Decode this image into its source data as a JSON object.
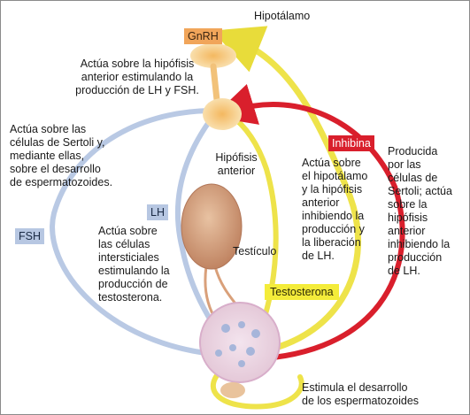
{
  "colors": {
    "gnrh_tag": "#f1a55a",
    "inhibina_tag": "#d91f2c",
    "lh_fsh_tag": "#b7c7e2",
    "testosterona_tag": "#f4ec3a",
    "inhibina_arrow": "#d91f2c",
    "testosterona_arrow": "#eee34a",
    "lh_fsh_arrow": "#b9c9e4",
    "border": "#8a8a8a"
  },
  "labels": {
    "hipotalamo": "Hipotálamo",
    "gnrh": "GnRH",
    "gnrh_desc": "Actúa sobre la hipófisis\nanterior estimulando la\nproducción de LH y FSH.",
    "fsh_desc": "Actúa sobre las\ncélulas de Sertoli y,\nmediante ellas,\nsobre el desarrollo\nde espermatozoides.",
    "hipofisis": "Hipófisis\nanterior",
    "lh": "LH",
    "fsh": "FSH",
    "lh_desc": "Actúa sobre\nlas células\nintersticiales\nestimulando la\nproducción de\ntestosterona.",
    "testiculo": "Testículo",
    "testosterona_desc": "Actúa sobre\nel hipotálamo\ny la hipófisis\nanterior\ninhibiendo la\nproducción y\nla liberación\nde LH.",
    "inhibina": "Inhibina",
    "inhibina_desc": "Producida\npor las\ncélulas de\nSertoli; actúa\nsobre la\nhipófisis\nanterior\ninhibiendo la\nproducción\nde LH.",
    "testosterona": "Testosterona",
    "esperma_desc": "Estimula el desarrollo\nde los espermatozoides"
  }
}
